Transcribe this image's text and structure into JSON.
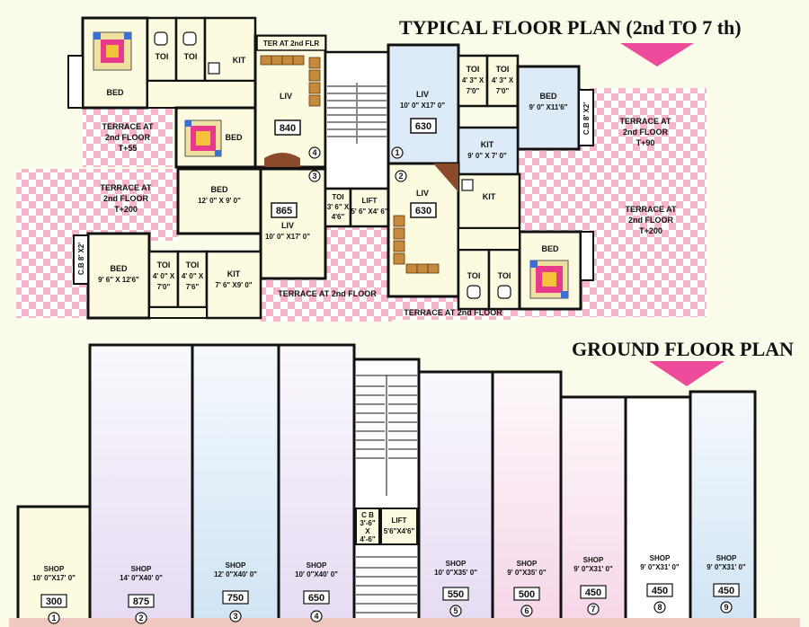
{
  "titles": {
    "typical": "TYPICAL FLOOR PLAN (2nd TO 7 th)",
    "ground": "GROUND  FLOOR PLAN"
  },
  "colors": {
    "background": "#fbfbe9",
    "terrace_pink": "#f4b6c8",
    "arrow_magenta": "#ee4b9c",
    "room_yellow": "#fcfbe0",
    "room_blue": "#dcebf7",
    "room_lilac": "#efe8f7",
    "room_pink": "#fbe8f1"
  },
  "typical_floor": {
    "left_flat": {
      "bed_top": "BED",
      "toi_1": "TOI",
      "toi_2": "TOI",
      "kit_top": "KIT",
      "ter_2nd_flr": "TER AT 2nd FLR",
      "liv_top": "LIV",
      "area_840": "840",
      "circle_4": "4",
      "circle_3": "3",
      "terrace_55_l1": "TERRACE AT",
      "terrace_55_l2": "2nd FLOOR",
      "terrace_55_l3": "T+55",
      "bed_mid": "BED",
      "terrace_200_l1": "TERRACE AT",
      "terrace_200_l2": "2nd FLOOR",
      "terrace_200_l3": "T+200",
      "bed_12x9_l1": "BED",
      "bed_12x9_l2": "12' 0\" X 9' 0\"",
      "area_865": "865",
      "liv_10x17_l1": "LIV",
      "liv_10x17_l2": "10' 0\" X17' 0\"",
      "cb_8x2": "C.B 8' X2'",
      "bed_9x12_l1": "BED",
      "bed_9x12_l2": "9' 6\" X 12'6\"",
      "toi_a_l1": "TOI",
      "toi_a_l2": "4' 0\" X",
      "toi_a_l3": "7'0\"",
      "toi_b_l1": "TOI",
      "toi_b_l2": "4' 0\" X",
      "toi_b_l3": "7'6\"",
      "kit_7x9_l1": "KIT",
      "kit_7x9_l2": "7' 6\" X9' 0\"",
      "terrace_2nd_a": "TERRACE AT 2nd FLOOR"
    },
    "core": {
      "toi_l1": "TOI",
      "toi_l2": "3' 6\" X",
      "toi_l3": "4'6\"",
      "lift_l1": "LIFT",
      "lift_l2": "5' 6\" X4' 6\""
    },
    "right_flat": {
      "liv_l1": "LIV",
      "liv_l2": "10' 0\" X17' 0\"",
      "area_630_a": "630",
      "circle_1": "1",
      "toi_1_l1": "TOI",
      "toi_1_l2": "4' 3\" X",
      "toi_1_l3": "7'0\"",
      "toi_2_l1": "TOI",
      "toi_2_l2": "4' 3\" X",
      "toi_2_l3": "7'0\"",
      "bed_l1": "BED",
      "bed_l2": "9' 0\" X11'6\"",
      "cb_8x2": "C.B 8' X2'",
      "terrace_90_l1": "TERRACE AT",
      "terrace_90_l2": "2nd FLOOR",
      "terrace_90_l3": "T+90",
      "kit_l1": "KIT",
      "kit_l2": "9' 0\" X 7' 0\"",
      "circle_2": "2",
      "liv_b": "LIV",
      "area_630_b": "630",
      "kit_b": "KIT",
      "terrace_200_l1": "TERRACE AT",
      "terrace_200_l2": "2nd FLOOR",
      "terrace_200_l3": "T+200",
      "bed_b": "BED",
      "toi_b1": "TOI",
      "toi_b2": "TOI",
      "terrace_2nd_b": "TERRACE  AT 2nd FLOOR"
    }
  },
  "ground_floor": {
    "cb_l1": "C B",
    "cb_l2": "3'-6\"",
    "cb_l3": "X",
    "cb_l4": "4'-6\"",
    "lift_l1": "LIFT",
    "lift_l2": "5'6\"X4'6\"",
    "shops": [
      {
        "label": "SHOP",
        "size": "10' 0\"X17' 0\"",
        "area": "300",
        "number": "1"
      },
      {
        "label": "SHOP",
        "size": "14' 0\"X40' 0\"",
        "area": "875",
        "number": "2"
      },
      {
        "label": "SHOP",
        "size": "12' 0\"X40' 0\"",
        "area": "750",
        "number": "3"
      },
      {
        "label": "SHOP",
        "size": "10' 0\"X40' 0\"",
        "area": "650",
        "number": "4"
      },
      {
        "label": "SHOP",
        "size": "10' 0\"X35' 0\"",
        "area": "550",
        "number": "5"
      },
      {
        "label": "SHOP",
        "size": "9' 0\"X35' 0\"",
        "area": "500",
        "number": "6"
      },
      {
        "label": "SHOP",
        "size": "9' 0\"X31' 0\"",
        "area": "450",
        "number": "7"
      },
      {
        "label": "SHOP",
        "size": "9' 0\"X31' 0\"",
        "area": "450",
        "number": "8"
      },
      {
        "label": "SHOP",
        "size": "9' 0\"X31' 0\"",
        "area": "450",
        "number": "9"
      }
    ]
  }
}
